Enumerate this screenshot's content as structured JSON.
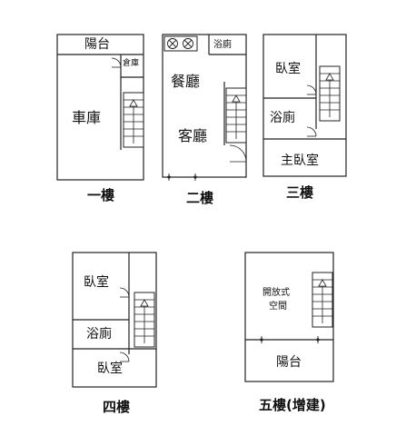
{
  "floor_labels": {
    "f1": "一樓",
    "f2": "二樓",
    "f3": "三樓",
    "f4": "四樓",
    "f5": "五樓(增建)"
  },
  "rooms": {
    "f1_balcony": "陽台",
    "f1_storage": "倉庫",
    "f1_garage": "車庫",
    "f2_bath": "浴廁",
    "f2_dining": "餐廳",
    "f2_living": "客廳",
    "f3_bedroom": "臥室",
    "f3_bath": "浴廁",
    "f3_master": "主臥室",
    "f4_bedroom_top": "臥室",
    "f4_bath": "浴廁",
    "f4_bedroom_bottom": "臥室",
    "f5_open_space": "開放式空間",
    "f5_open_line1": "開放式",
    "f5_open_line2": "空間",
    "f5_balcony": "陽台"
  },
  "colors": {
    "line": "#222222",
    "background": "#ffffff"
  },
  "icons": {
    "stairs": "stairs-icon",
    "door": "door-swing-icon",
    "stove": "stove-burner-icon"
  }
}
